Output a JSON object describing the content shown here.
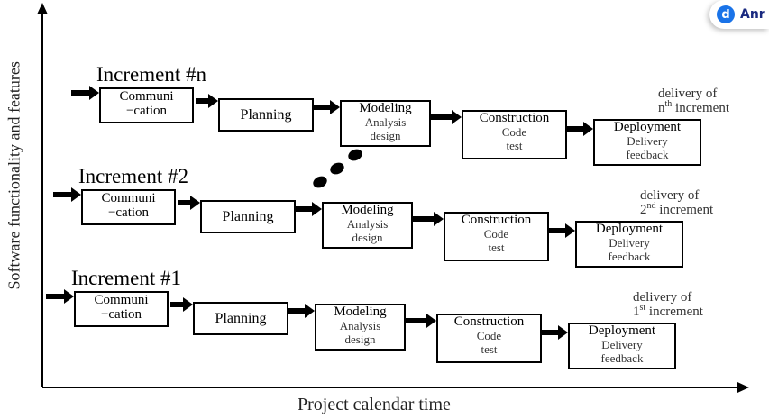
{
  "diagram": {
    "y_axis_label": "Software functionality and features",
    "x_axis_label": "Project calendar time",
    "increments": [
      {
        "title": "Increment #n",
        "communication": [
          "Communi",
          "−cation"
        ],
        "planning": "Planning",
        "modeling": {
          "title": "Modeling",
          "lines": [
            "Analysis",
            "design"
          ]
        },
        "construction": {
          "title": "Construction",
          "lines": [
            "Code",
            "test"
          ]
        },
        "deployment": {
          "title": "Deployment",
          "lines": [
            "Delivery",
            "feedback"
          ]
        },
        "delivery_line1": "delivery of",
        "delivery_ord": "n",
        "delivery_sup": "th",
        "delivery_rest": " increment"
      },
      {
        "title": "Increment #2",
        "communication": [
          "Communi",
          "−cation"
        ],
        "planning": "Planning",
        "modeling": {
          "title": "Modeling",
          "lines": [
            "Analysis",
            "design"
          ]
        },
        "construction": {
          "title": "Construction",
          "lines": [
            "Code",
            "test"
          ]
        },
        "deployment": {
          "title": "Deployment",
          "lines": [
            "Delivery",
            "feedback"
          ]
        },
        "delivery_line1": "delivery of",
        "delivery_ord": "2",
        "delivery_sup": "nd",
        "delivery_rest": " increment"
      },
      {
        "title": "Increment #1",
        "communication": [
          "Communi",
          "−cation"
        ],
        "planning": "Planning",
        "modeling": {
          "title": "Modeling",
          "lines": [
            "Analysis",
            "design"
          ]
        },
        "construction": {
          "title": "Construction",
          "lines": [
            "Code",
            "test"
          ]
        },
        "deployment": {
          "title": "Deployment",
          "lines": [
            "Delivery",
            "feedback"
          ]
        },
        "delivery_line1": "delivery of",
        "delivery_ord": "1",
        "delivery_sup": "st",
        "delivery_rest": " increment"
      }
    ]
  },
  "brand": {
    "text": "Anr",
    "icon": "d-logo-icon",
    "color": "#1a73e8"
  }
}
